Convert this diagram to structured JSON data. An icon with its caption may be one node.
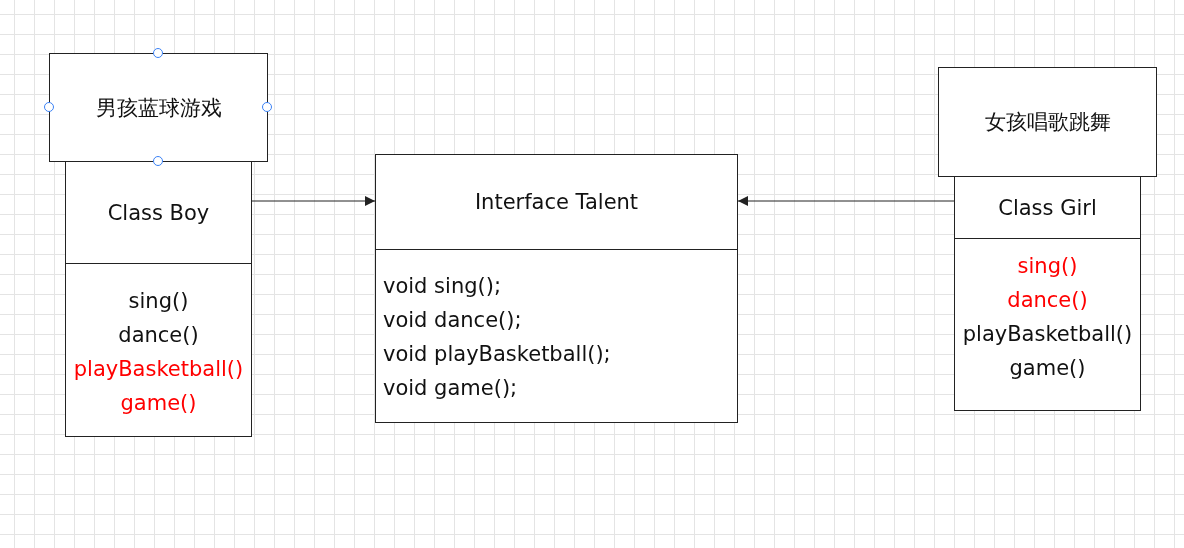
{
  "diagram": {
    "nodes": [
      {
        "text": [
          "男孩蓝球游戏"
        ]
      },
      {
        "text": [
          "Class Boy",
          "sing()",
          "dance()",
          "playBasketball()",
          "game()"
        ]
      },
      {
        "text": [
          "Interface Talent",
          "void sing();",
          "void dance();",
          "void playBasketball();",
          "void game();"
        ]
      },
      {
        "text": [
          "女孩唱歌跳舞"
        ]
      },
      {
        "text": [
          "Class Girl",
          "sing()",
          "dance()",
          "playBasketball()",
          "game()"
        ]
      }
    ],
    "edges": [
      {
        "from": 1,
        "to": 2,
        "arrow": "to"
      },
      {
        "from": 4,
        "to": 2,
        "arrow": "to"
      }
    ]
  }
}
